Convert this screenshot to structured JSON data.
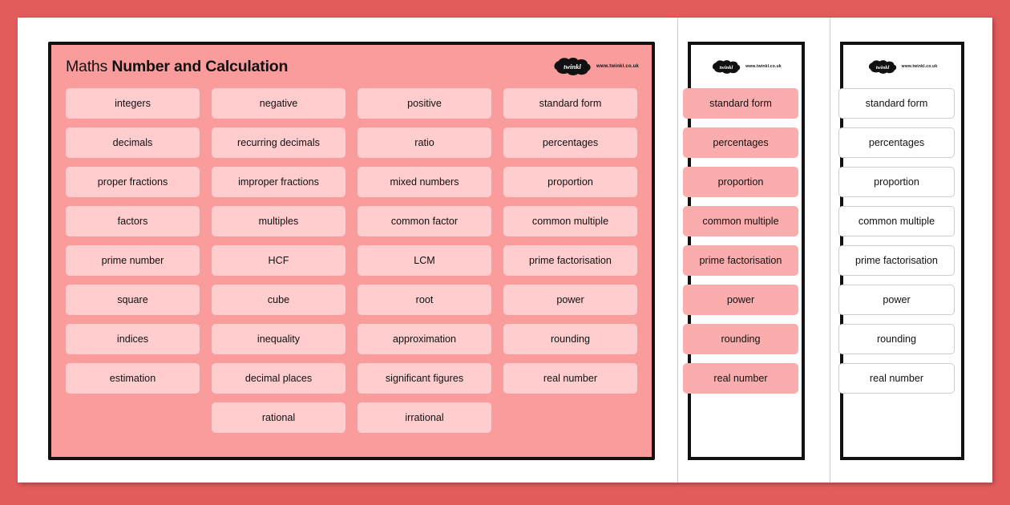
{
  "document": {
    "title_light": "Maths",
    "title_bold": "Number and Calculation"
  },
  "logo": {
    "wordmark": "twinkl",
    "url": "www.twinkl.co.uk"
  },
  "colors": {
    "backdrop": "#e35b5b",
    "page": "#ffffff",
    "card_border": "#111111",
    "main_card_bg": "#fb9c9c",
    "tile_light_pink": "#ffcdcd",
    "tile_mid_pink": "#fbadad",
    "tile_white": "#ffffff",
    "tile_white_border": "#cccccc",
    "text": "#111111"
  },
  "main_card": {
    "columns": [
      {
        "name": "column-1",
        "tiles": [
          "integers",
          "decimals",
          "proper fractions",
          "factors",
          "prime number",
          "square",
          "indices",
          "estimation"
        ]
      },
      {
        "name": "column-2",
        "tiles": [
          "negative",
          "recurring decimals",
          "improper fractions",
          "multiples",
          "HCF",
          "cube",
          "inequality",
          "decimal places",
          "rational"
        ]
      },
      {
        "name": "column-3",
        "tiles": [
          "positive",
          "ratio",
          "mixed numbers",
          "common factor",
          "LCM",
          "root",
          "approximation",
          "significant figures",
          "irrational"
        ]
      },
      {
        "name": "column-4",
        "tiles": [
          "standard form",
          "percentages",
          "proportion",
          "common multiple",
          "prime factorisation",
          "power",
          "rounding",
          "real number"
        ]
      }
    ]
  },
  "panel_two": {
    "name": "pink-tile-variant",
    "tiles": [
      "standard form",
      "percentages",
      "proportion",
      "common multiple",
      "prime factorisation",
      "power",
      "rounding",
      "real number"
    ]
  },
  "panel_three": {
    "name": "white-tile-variant",
    "tiles": [
      "standard form",
      "percentages",
      "proportion",
      "common multiple",
      "prime factorisation",
      "power",
      "rounding",
      "real number"
    ]
  }
}
